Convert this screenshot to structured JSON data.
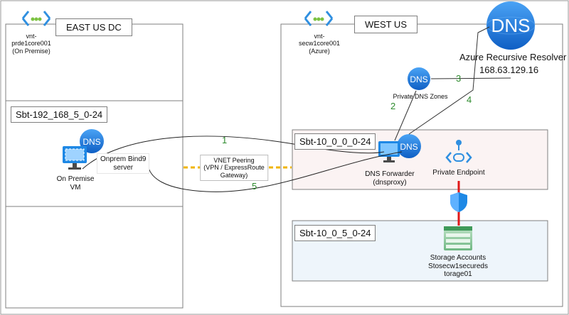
{
  "regions": {
    "east": {
      "title": "EAST US DC",
      "vnet_name": "vnt-\nprde1core001\n(On Premise)",
      "subnet": "Sbt-192_168_5_0-24"
    },
    "west": {
      "title": "WEST US",
      "vnet_name": "vnt-\nsecw1core001\n(Azure)",
      "subnet_dns": "Sbt-10_0_0_0-24",
      "subnet_storage": "Sbt-10_0_5_0-24"
    }
  },
  "nodes": {
    "onprem_vm": "On Premise\nVM",
    "onprem_bind": "Onprem Bind9\nserver",
    "dns_badge": "DNS",
    "vnet_peering": "VNET Peering\n(VPN / ExpressRoute\nGateway)",
    "private_dns_zones": "Private DNS Zones",
    "azure_resolver_title": "Azure Recursive Resolver",
    "azure_resolver_ip": "168.63.129.16",
    "dns_forwarder": "DNS Forwarder\n(dnsproxy)",
    "private_endpoint": "Private Endpoint",
    "storage": "Storage Accounts\nStosecw1secureds\ntorage01"
  },
  "steps": [
    "1",
    "2",
    "3",
    "4",
    "5"
  ],
  "colors": {
    "dns_blue": "#1a6fd8",
    "frame_gray": "#7f7f7f",
    "subnet_dns_fill": "#fbf3f3",
    "subnet_storage_fill": "#eef5fb",
    "step_green": "#2e8b2e",
    "peering_dash": "#f0b400",
    "endpoint_link": "#e01818"
  },
  "icons": [
    "vnet-icon",
    "dns-icon",
    "vm-icon",
    "private-endpoint-icon",
    "shield-icon",
    "storage-icon"
  ]
}
